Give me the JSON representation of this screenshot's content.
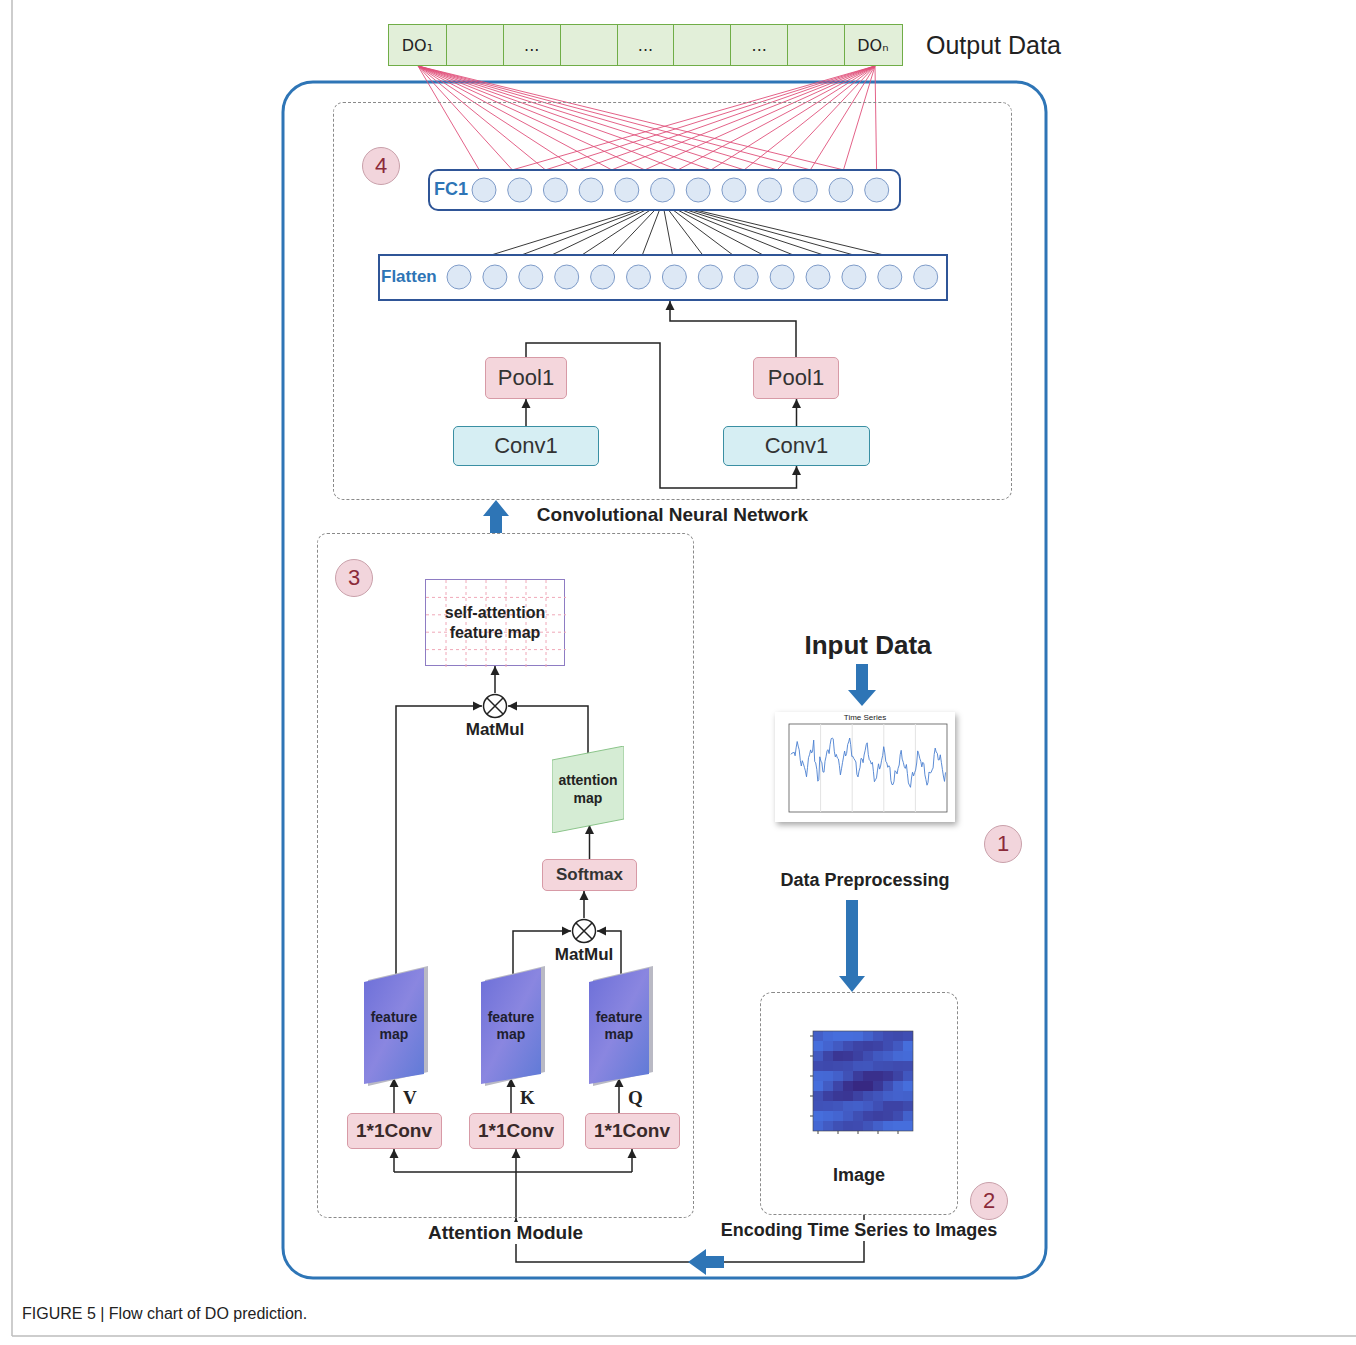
{
  "diagram": {
    "caption": "FIGURE 5 | Flow chart of DO prediction.",
    "nodes": [
      {
        "text": [
          "DO₁",
          "...",
          "...",
          "...",
          "DOₙ",
          "Output Data"
        ]
      },
      {
        "text": [
          "Convolutional Neural Network"
        ]
      },
      {
        "text": [
          "FC1"
        ],
        "in": 1
      },
      {
        "text": [
          "Flatten"
        ],
        "in": 1
      },
      {
        "text": [
          "Pool1"
        ],
        "in": 1
      },
      {
        "text": [
          "Pool1"
        ],
        "in": 1
      },
      {
        "text": [
          "Conv1"
        ],
        "in": 1
      },
      {
        "text": [
          "Conv1"
        ],
        "in": 1
      },
      {
        "text": [
          "Attention Module"
        ]
      },
      {
        "text": [
          "self-attention feature map"
        ],
        "in": 8
      },
      {
        "text": [
          "MatMul"
        ],
        "in": 8
      },
      {
        "text": [
          "attention map"
        ],
        "in": 8
      },
      {
        "text": [
          "Softmax"
        ],
        "in": 8
      },
      {
        "text": [
          "MatMul"
        ],
        "in": 8
      },
      {
        "text": [
          "feature map"
        ],
        "in": 8
      },
      {
        "text": [
          "feature map"
        ],
        "in": 8
      },
      {
        "text": [
          "feature map"
        ],
        "in": 8
      },
      {
        "text": [
          "1*1Conv"
        ],
        "in": 8
      },
      {
        "text": [
          "1*1Conv"
        ],
        "in": 8
      },
      {
        "text": [
          "1*1Conv"
        ],
        "in": 8
      },
      {
        "text": [
          "Time Series",
          "Data Preprocessing"
        ]
      },
      {
        "text": [
          "Image",
          "Encoding Time Series to Images"
        ]
      }
    ],
    "edges": [
      {
        "from": 2,
        "to": 0,
        "arrow": "none"
      },
      {
        "from": 3,
        "to": 2,
        "arrow": "none"
      },
      {
        "from": 6,
        "to": 4,
        "arrow": "to"
      },
      {
        "from": 4,
        "to": 7,
        "arrow": "to"
      },
      {
        "from": 7,
        "to": 5,
        "arrow": "to"
      },
      {
        "from": 5,
        "to": 3,
        "arrow": "to"
      },
      {
        "from": 8,
        "to": 1,
        "arrow": "to"
      },
      {
        "from": 10,
        "to": 9,
        "arrow": "to"
      },
      {
        "from": 14,
        "to": 10,
        "arrow": "to"
      },
      {
        "from": 11,
        "to": 10,
        "arrow": "to"
      },
      {
        "from": 12,
        "to": 11,
        "arrow": "to"
      },
      {
        "from": 13,
        "to": 12,
        "arrow": "to"
      },
      {
        "from": 15,
        "to": 13,
        "arrow": "to"
      },
      {
        "from": 16,
        "to": 13,
        "arrow": "to"
      },
      {
        "from": 17,
        "to": 14,
        "label": "V",
        "arrow": "to"
      },
      {
        "from": 18,
        "to": 15,
        "label": "K",
        "arrow": "to"
      },
      {
        "from": 19,
        "to": 16,
        "label": "Q",
        "arrow": "to"
      },
      {
        "from": 20,
        "to": 21,
        "arrow": "to"
      },
      {
        "from": 21,
        "to": 8,
        "arrow": "to"
      }
    ],
    "labels": [
      "4",
      "3",
      "Input Data",
      "1",
      "2"
    ]
  }
}
